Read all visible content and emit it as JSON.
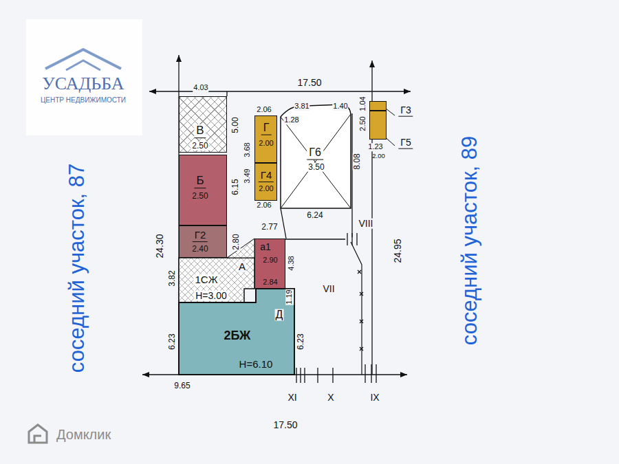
{
  "diagram": {
    "nodes": [
      {
        "text": [
          "УСАДЬБА",
          "ЦЕНТР НЕДВИЖИМОСТИ"
        ]
      },
      {
        "text": [
          "В",
          "2.50"
        ]
      },
      {
        "text": [
          "Г",
          "2.00"
        ]
      },
      {
        "text": [
          "Г6",
          "3.50"
        ]
      },
      {
        "text": [
          "Г3",
          "2.00"
        ]
      },
      {
        "text": [
          "Г4",
          "2.00"
        ]
      },
      {
        "text": [
          "Г5",
          "2.00"
        ]
      },
      {
        "text": [
          "Б",
          "2.50"
        ]
      },
      {
        "text": [
          "Г2",
          "2.40"
        ]
      },
      {
        "text": [
          "а1",
          "2.90",
          "2.84"
        ]
      },
      {
        "text": [
          "1СЖ",
          "Н=3.00"
        ]
      },
      {
        "text": [
          "2БЖ",
          "Н=6.10"
        ]
      }
    ],
    "labels": [
      "17.50",
      "4.03",
      "2.06",
      "3.81",
      "1.40",
      "1.28",
      "1.04",
      "2.50",
      "1.23",
      "5.00",
      "3.68",
      "3.49",
      "6.15",
      "8.08",
      "2.06",
      "6.24",
      "2.77",
      "VIII",
      "24.30",
      "24.95",
      "2.80",
      "А",
      "3.82",
      "4.38",
      "1.19",
      "VII",
      "Д",
      "6.23",
      "6.23",
      "9.65",
      "XI",
      "X",
      "IX",
      "17.50",
      "соседний участок, 87",
      "соседний участок, 89",
      "Домклик"
    ]
  }
}
